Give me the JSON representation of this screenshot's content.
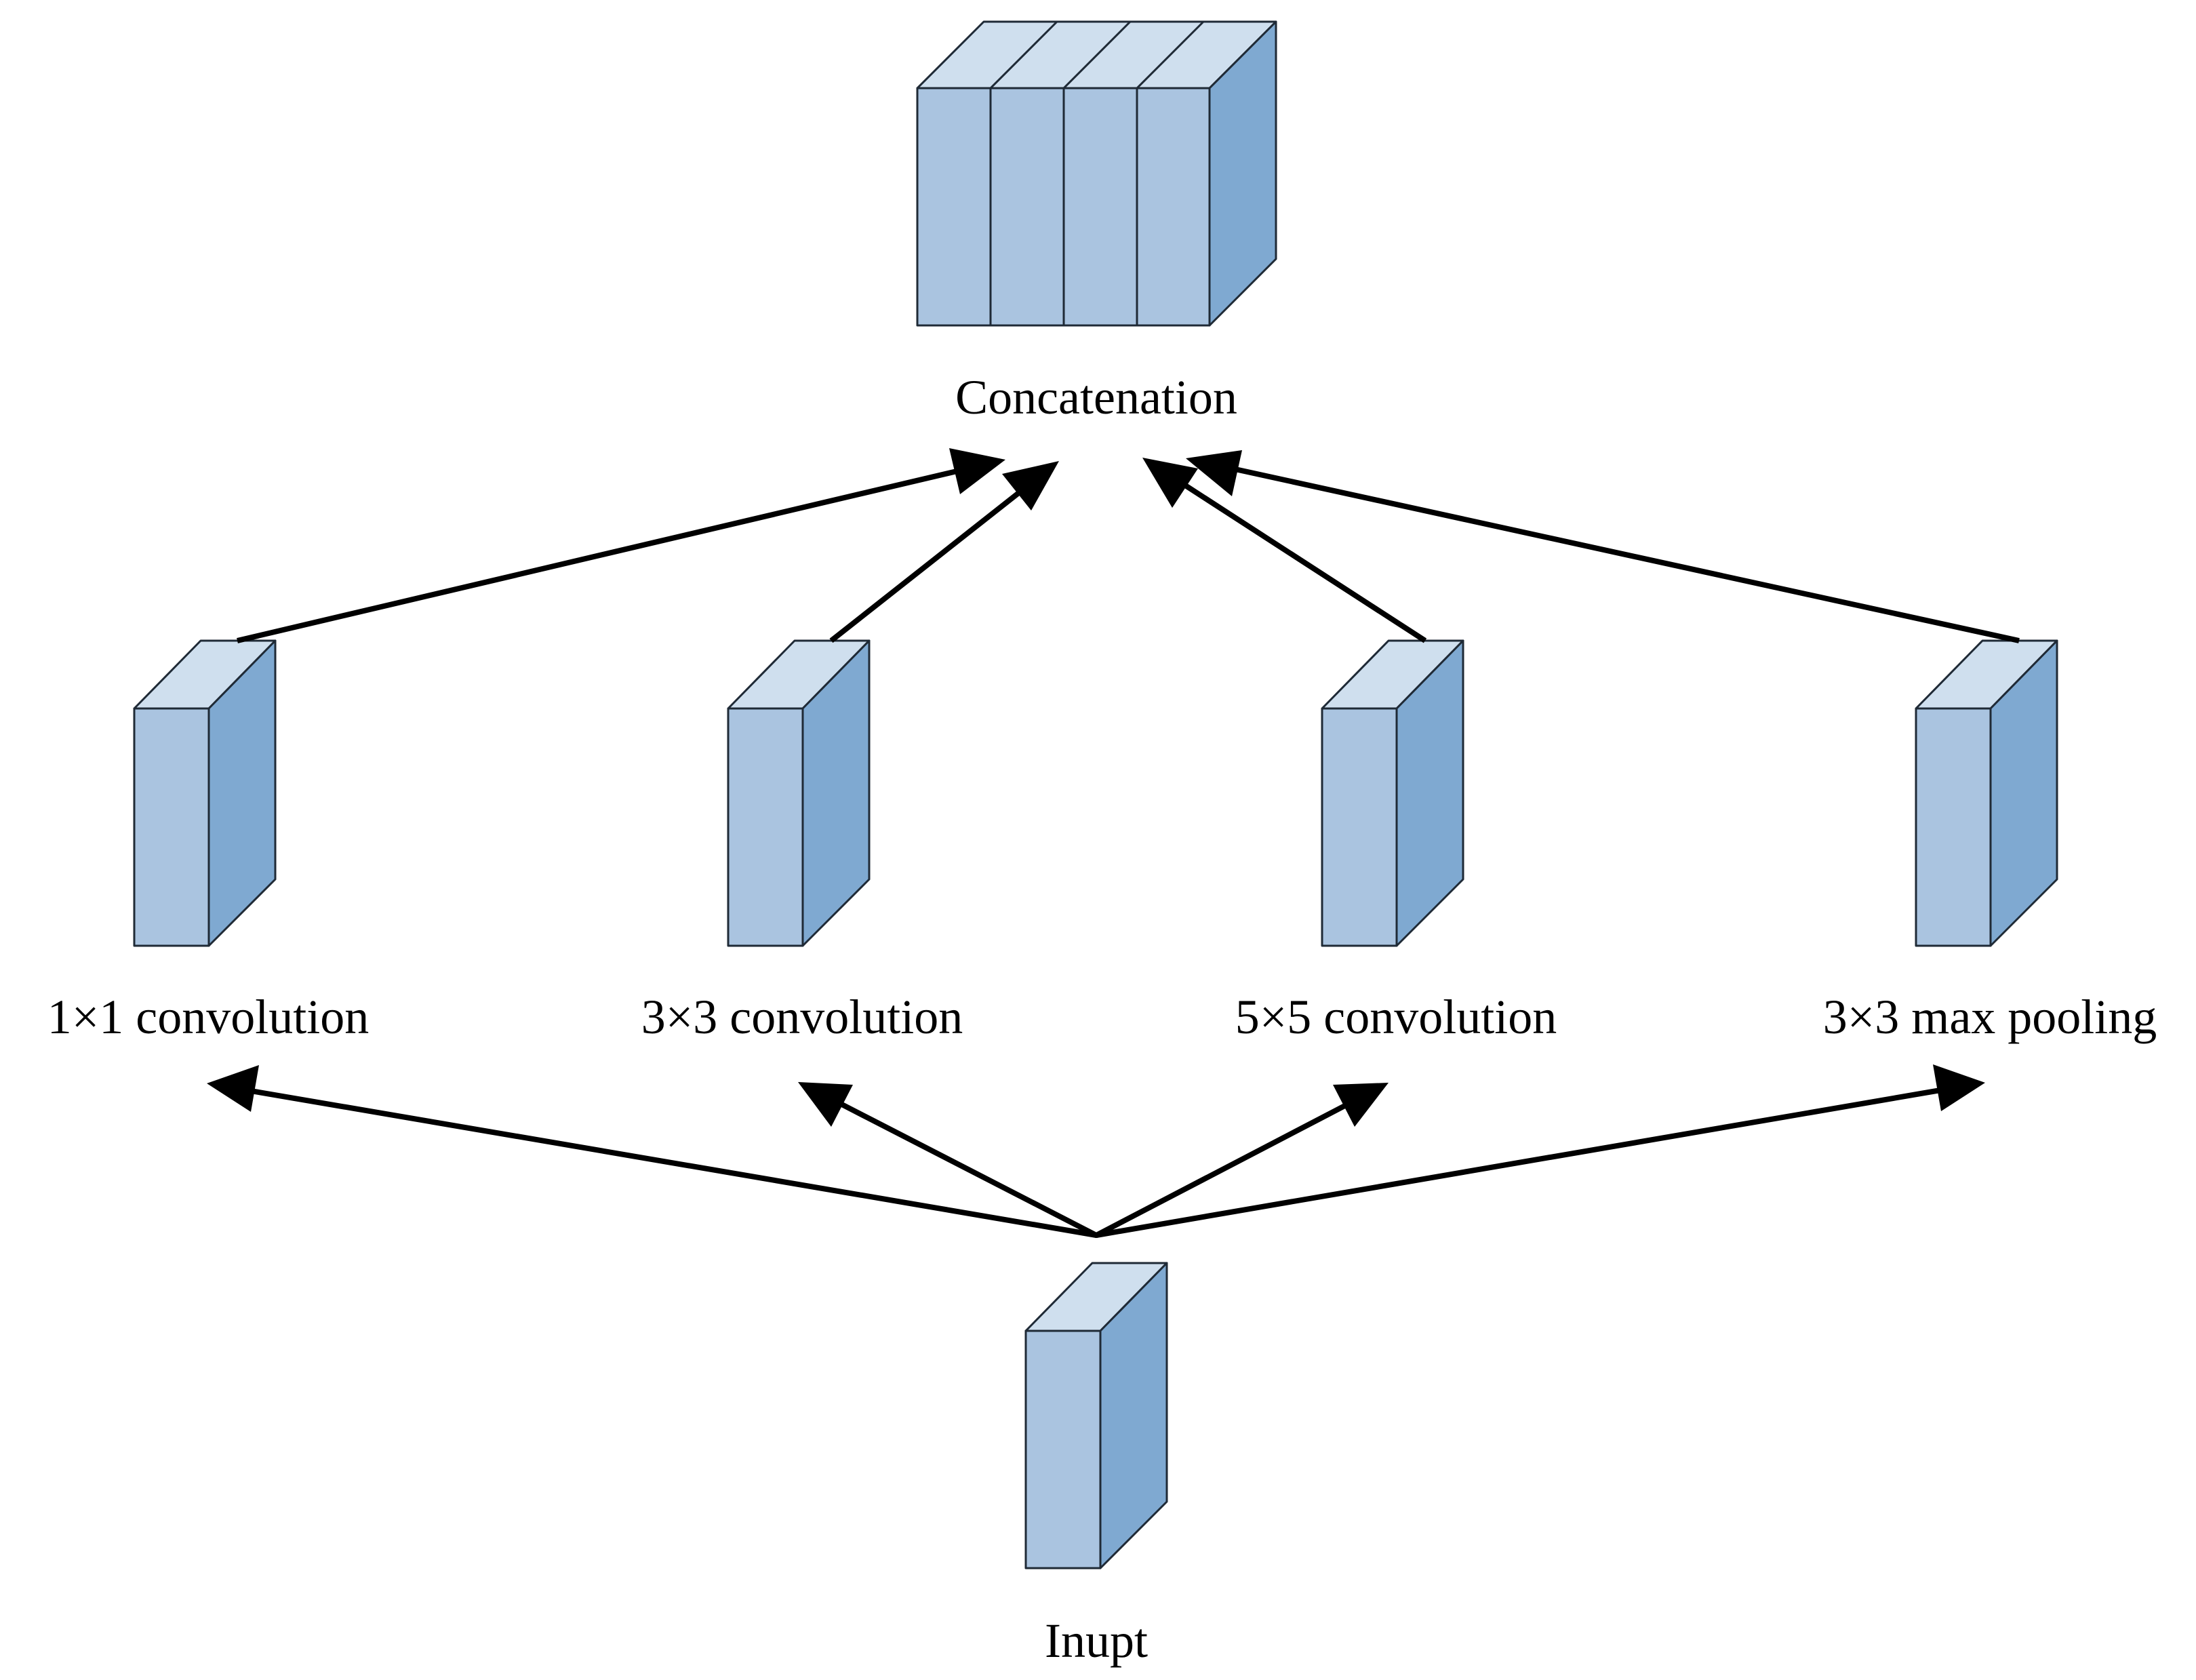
{
  "colors": {
    "front": "#aac4e0",
    "top": "#cfdfee",
    "side": "#7fa9d1",
    "edge": "#1f2a36",
    "arrow": "#000000"
  },
  "nodes": {
    "concat": {
      "label": "Concatenation"
    },
    "conv1": {
      "label": "1×1 convolution"
    },
    "conv3": {
      "label": "3×3 convolution"
    },
    "conv5": {
      "label": "5×5 convolution"
    },
    "pool": {
      "label": "3×3 max pooling"
    },
    "input": {
      "label": "Inupt"
    }
  }
}
